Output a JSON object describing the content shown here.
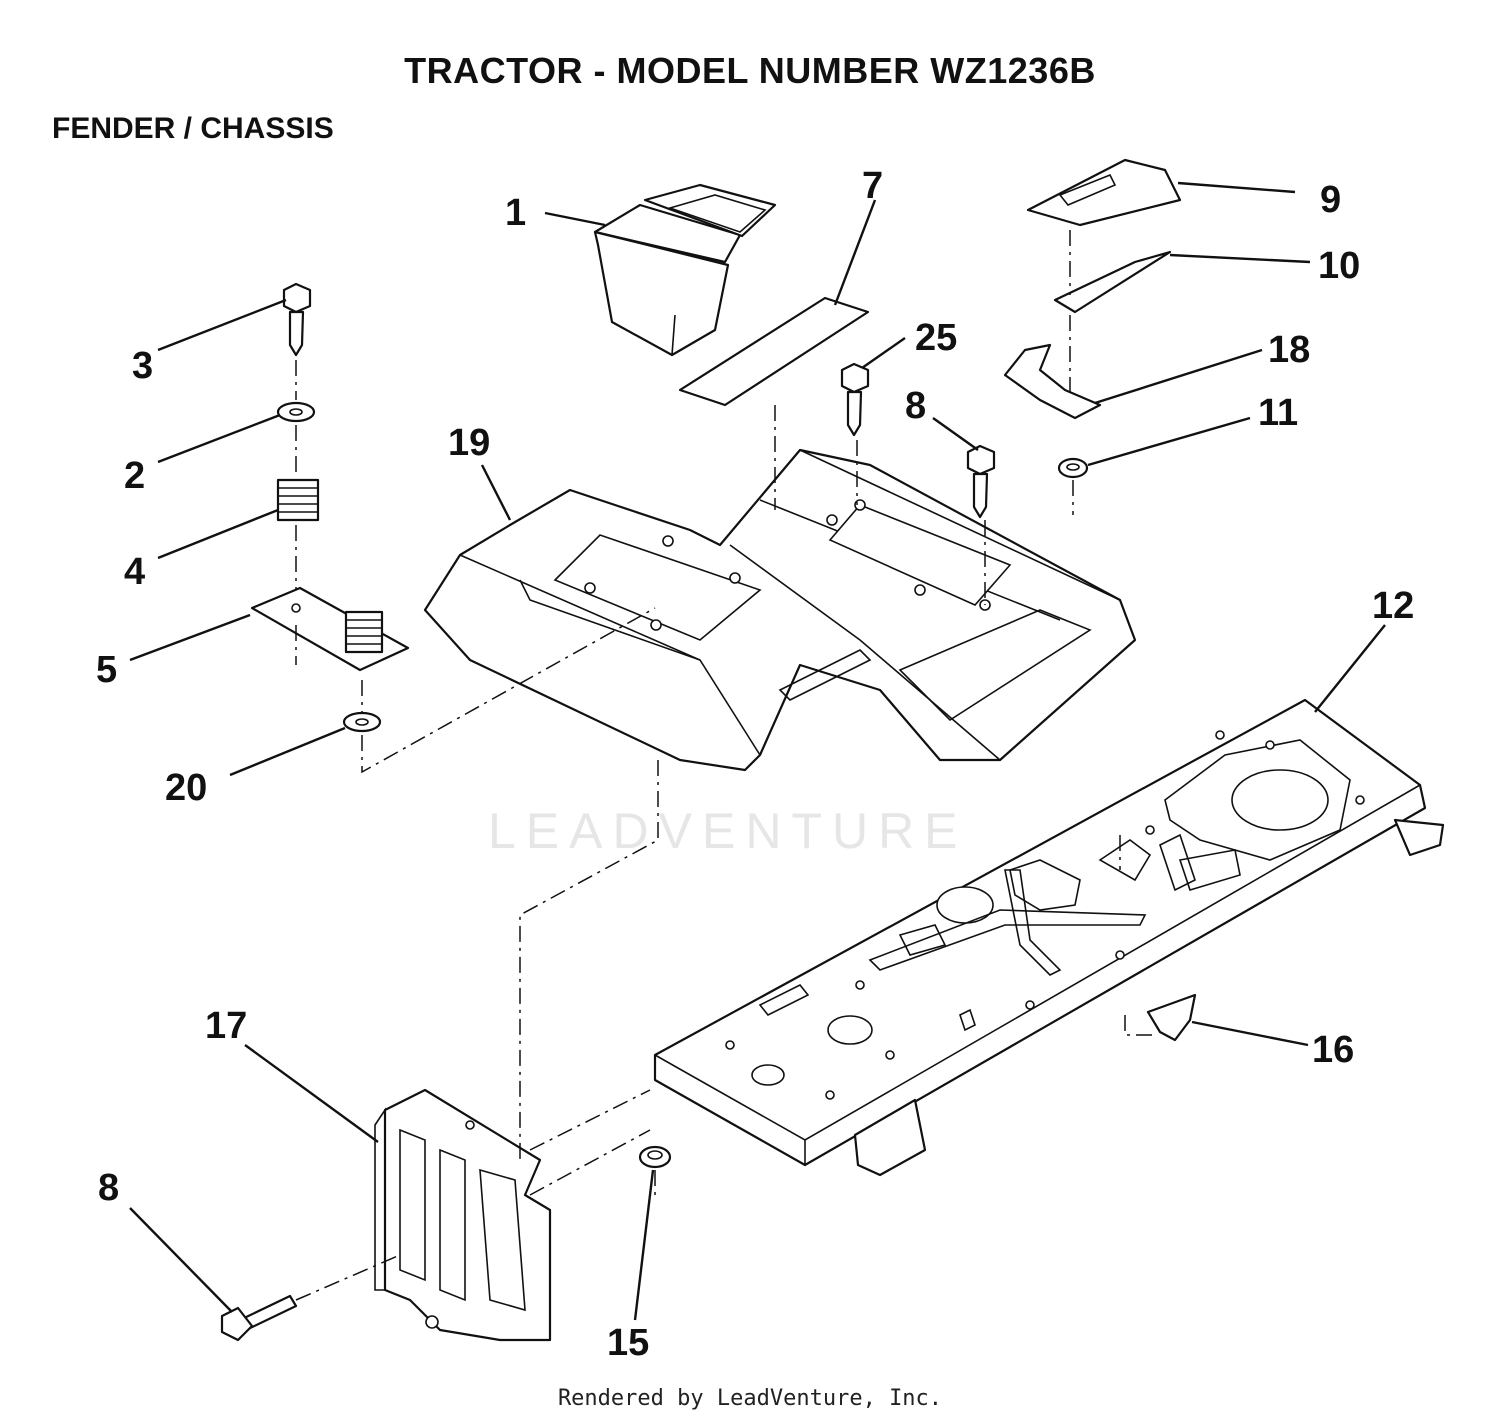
{
  "title": "TRACTOR  - MODEL NUMBER WZ1236B",
  "section": "FENDER / CHASSIS",
  "watermark": "LEADVENTURE",
  "footer": "Rendered by LeadVenture, Inc.",
  "callouts": {
    "c1": "1",
    "c2": "2",
    "c3": "3",
    "c4": "4",
    "c5": "5",
    "c7": "7",
    "c8a": "8",
    "c8b": "8",
    "c9": "9",
    "c10": "10",
    "c11": "11",
    "c12": "12",
    "c15": "15",
    "c16": "16",
    "c17": "17",
    "c18": "18",
    "c19": "19",
    "c20": "20",
    "c25": "25"
  }
}
